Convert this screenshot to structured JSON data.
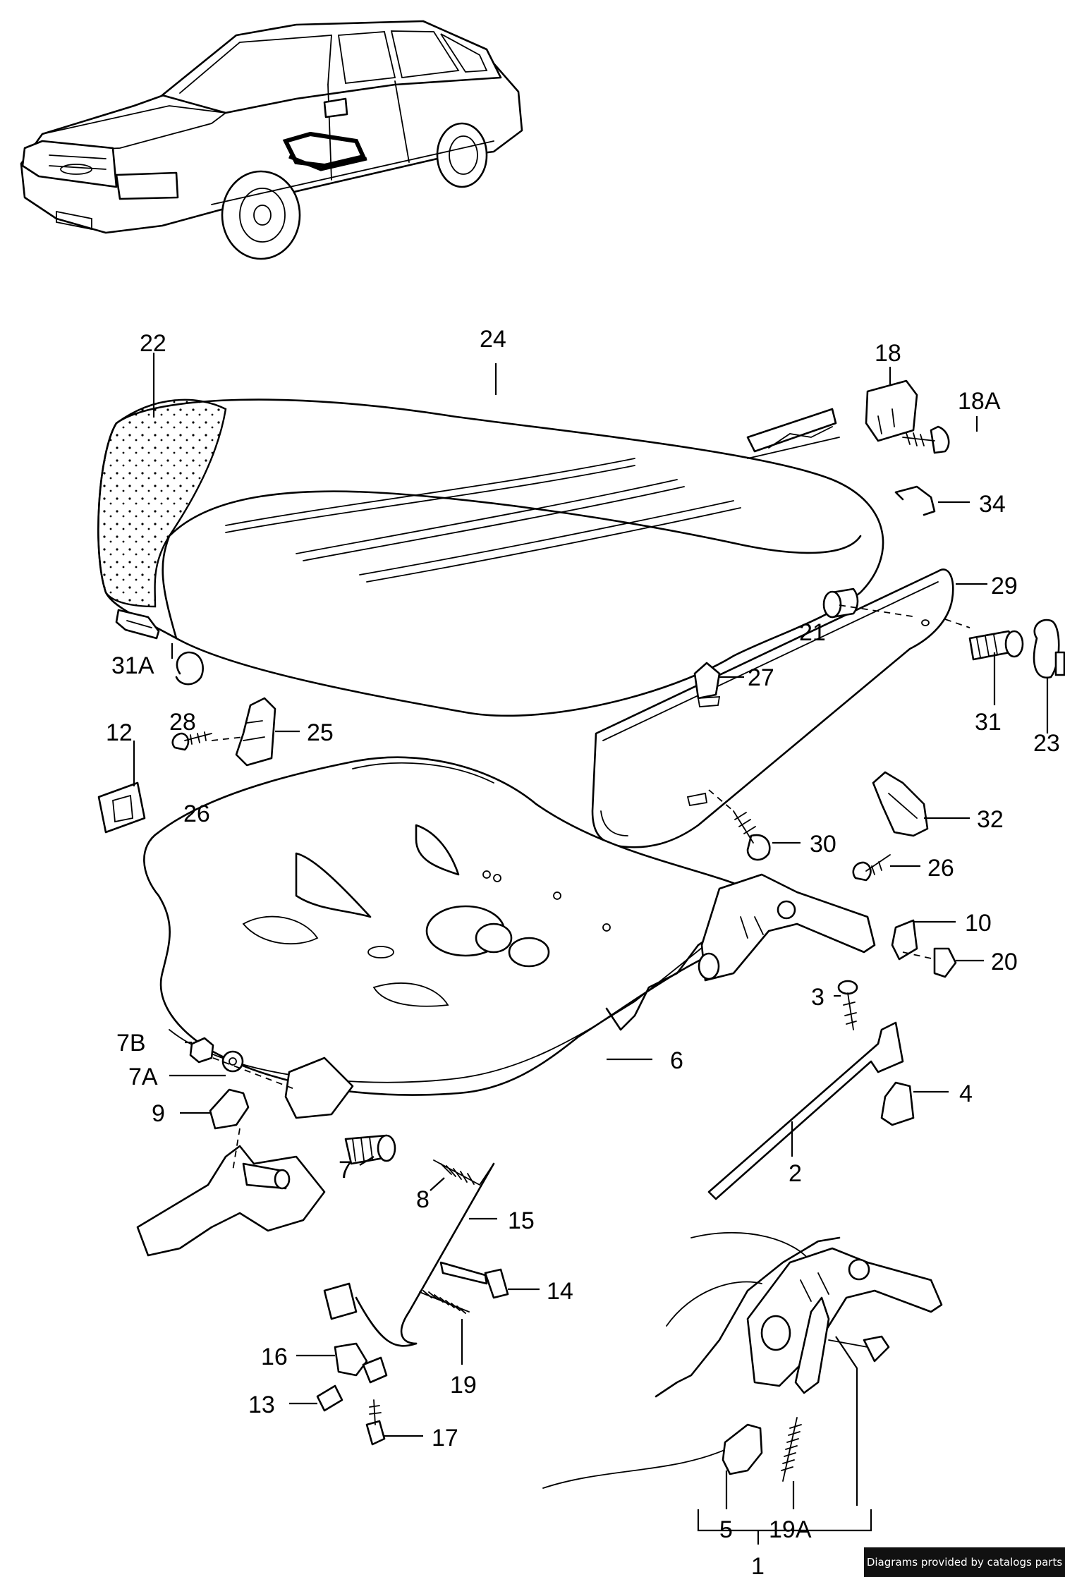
{
  "labels": {
    "p1": "1",
    "p2": "2",
    "p3": "3",
    "p4": "4",
    "p5": "5",
    "p6": "6",
    "p7": "7",
    "p7a": "7A",
    "p7b": "7B",
    "p8": "8",
    "p9": "9",
    "p10": "10",
    "p12": "12",
    "p13": "13",
    "p14": "14",
    "p15": "15",
    "p16": "16",
    "p17": "17",
    "p18": "18",
    "p18a": "18A",
    "p19": "19",
    "p19a": "19A",
    "p20": "20",
    "p21": "21",
    "p22": "22",
    "p23": "23",
    "p24": "24",
    "p25": "25",
    "p26a": "26",
    "p26b": "26",
    "p27": "27",
    "p28": "28",
    "p29": "29",
    "p30": "30",
    "p31": "31",
    "p31a": "31A",
    "p32": "32",
    "p34": "34"
  },
  "footer": {
    "credit": "Diagrams provided by catalogs parts"
  }
}
